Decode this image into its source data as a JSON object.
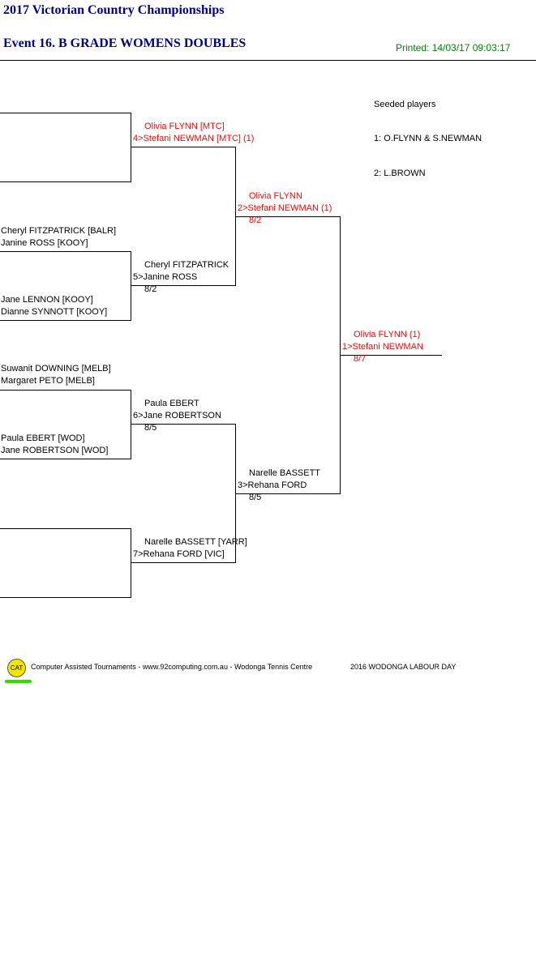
{
  "header": {
    "title": "2017 Victorian Country Championships",
    "event": "Event 16. B GRADE WOMENS DOUBLES",
    "printed": "Printed: 14/03/17 09:03:17"
  },
  "seeds": {
    "heading": "Seeded players",
    "s1": "1: O.FLYNN & S.NEWMAN",
    "s2": "2: L.BROWN"
  },
  "round1": {
    "m2a": "Cheryl FITZPATRICK [BALR]",
    "m2b": "Janine ROSS [KOOY]",
    "m3a": "Jane LENNON [KOOY]",
    "m3b": "Dianne SYNNOTT [KOOY]",
    "m4a": "Suwanit DOWNING [MELB]",
    "m4b": "Margaret PETO [MELB]",
    "m5a": "Paula EBERT [WOD]",
    "m5b": "Jane ROBERTSON [WOD]"
  },
  "round2": {
    "w1a": "Olivia FLYNN [MTC]",
    "w1b": "4>Stefani NEWMAN [MTC] (1)",
    "w2a": "Cheryl FITZPATRICK",
    "w2b": "5>Janine ROSS",
    "w2s": "8/2",
    "w3a": "Paula EBERT",
    "w3b": "6>Jane ROBERTSON",
    "w3s": "8/5",
    "w4a": "Narelle BASSETT [YARR]",
    "w4b": "7>Rehana FORD [VIC]"
  },
  "round3": {
    "w1a": "Olivia FLYNN",
    "w1b": "2>Stefani NEWMAN (1)",
    "w1s": "8/2",
    "w2a": "Narelle BASSETT",
    "w2b": "3>Rehana FORD",
    "w2s": "8/5"
  },
  "final": {
    "a": "Olivia FLYNN (1)",
    "b": "1>Stefani NEWMAN",
    "s": "8/7"
  },
  "footer": {
    "logo": "CAT",
    "credit": "Computer Assisted Tournaments - www.92computing.com.au -  Wodonga Tennis Centre",
    "event": "2016 WODONGA LABOUR DAY"
  }
}
